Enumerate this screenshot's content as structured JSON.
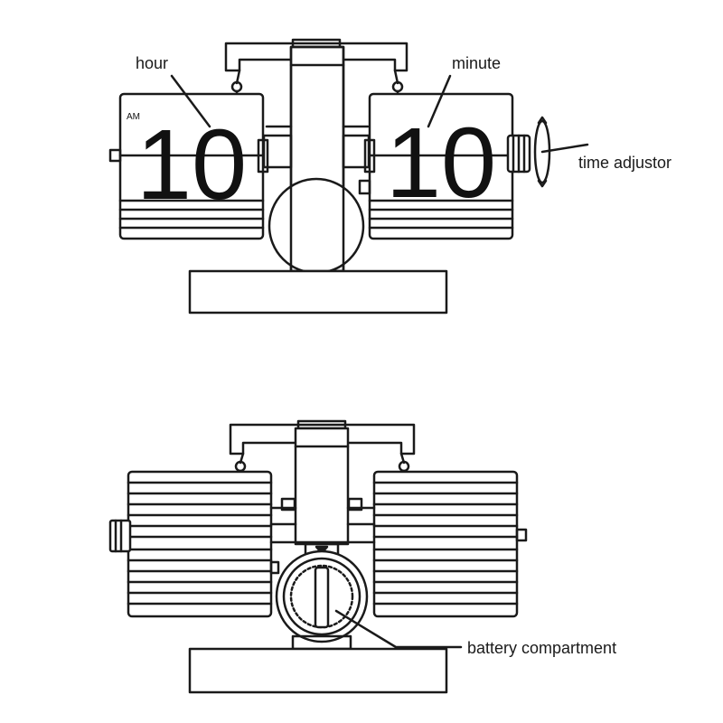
{
  "front_view": {
    "hour_label": "hour",
    "minute_label": "minute",
    "time_adjustor_label": "time adjustor",
    "period_text": "AM",
    "hour_digits": "10",
    "minute_digits": "10"
  },
  "back_view": {
    "battery_label": "battery compartment"
  },
  "colors": {
    "stroke": "#1a1a1a",
    "background": "#ffffff"
  }
}
